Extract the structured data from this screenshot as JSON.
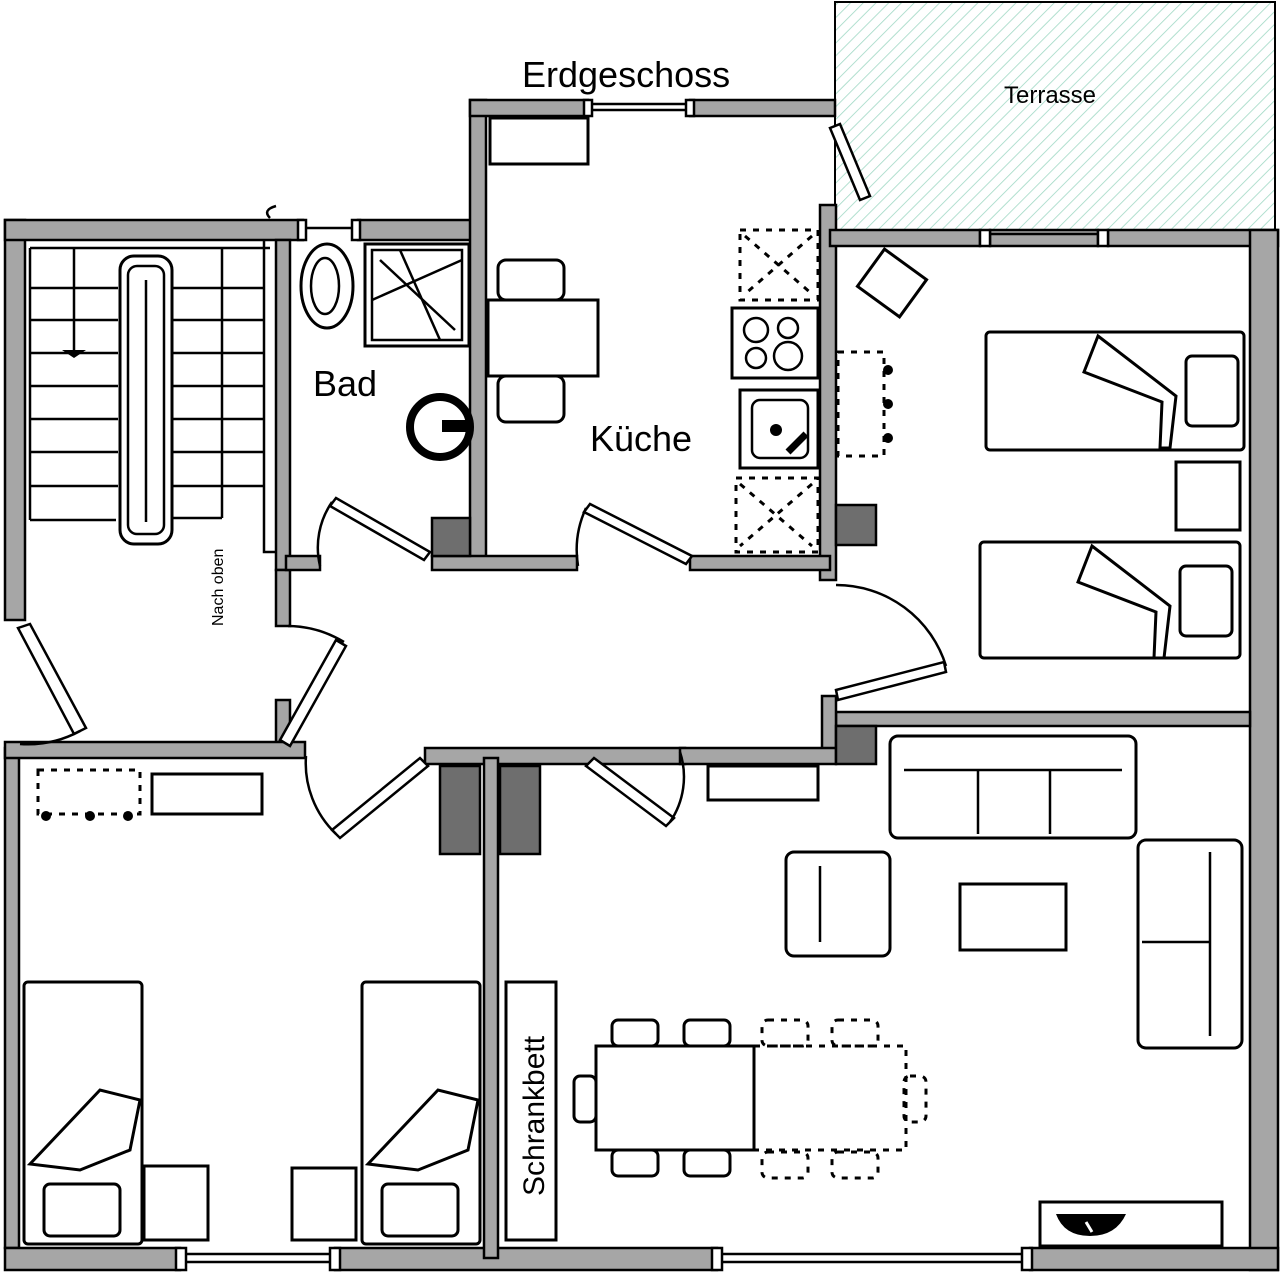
{
  "floor_title": "Erdgeschoss",
  "rooms": {
    "terrace": "Terrasse",
    "bath": "Bad",
    "kitchen": "Küche"
  },
  "annotations": {
    "stairs_direction": "Nach oben",
    "cabinet_bed": "Schrankbett"
  },
  "colors": {
    "wall": "#a6a6a6",
    "pillar": "#6e6e6e",
    "terrace_hatch": "#9fd8c4",
    "outline": "#000000"
  }
}
